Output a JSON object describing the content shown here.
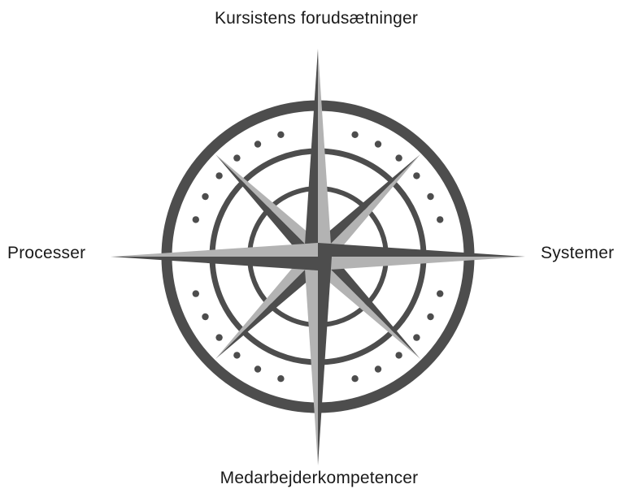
{
  "labels": {
    "north": "Kursistens forudsætninger",
    "south": "Medarbejderkompetencer",
    "west": "Processer",
    "east": "Systemer"
  },
  "colors": {
    "dark": "#4d4d4d",
    "light": "#b3b3b3",
    "background": "#ffffff",
    "text": "#1a1a1a"
  },
  "icons": {
    "compass": "compass-rose-icon"
  }
}
